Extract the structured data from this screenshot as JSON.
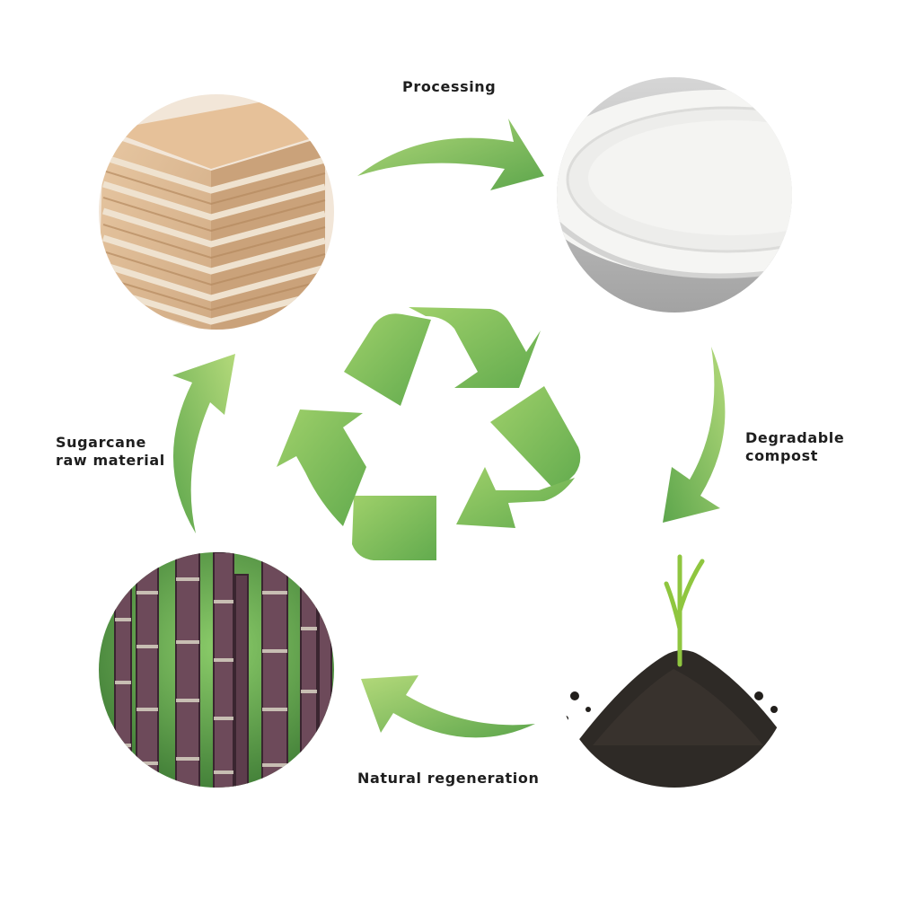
{
  "labels": {
    "processing": "Processing",
    "degradable_line1": "Degradable",
    "degradable_line2": "compost",
    "sugarcane_line1": "Sugarcane",
    "sugarcane_line2": "raw material",
    "natural_regeneration": "Natural regeneration"
  },
  "nodes": [
    {
      "name": "bagasse-pulp-block",
      "depicts": "layered pulp board"
    },
    {
      "name": "tableware-plate",
      "depicts": "white biodegradable plate"
    },
    {
      "name": "soil-seedling",
      "depicts": "seedling growing from compost soil"
    },
    {
      "name": "sugarcane-field",
      "depicts": "sugarcane stalks"
    }
  ],
  "colors": {
    "arrow_light": "#a3d06c",
    "arrow_dark": "#5fa84a",
    "text": "#1e1e1e"
  },
  "icons": {
    "center": "recycle-icon",
    "flow": "curved-arrow-icon"
  }
}
